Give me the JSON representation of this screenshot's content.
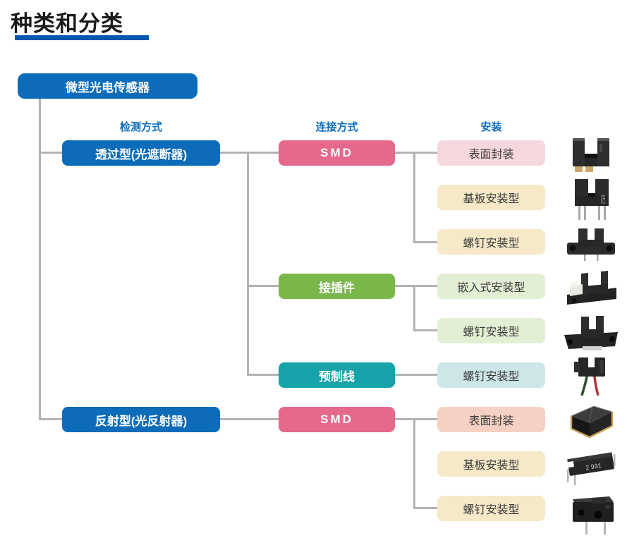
{
  "page": {
    "title": "种类和分类"
  },
  "tree": {
    "root": {
      "label": "微型光电传感器",
      "color": "#0c6cba"
    },
    "column_headers": [
      "检测方式",
      "连接方式",
      "安装"
    ],
    "detection": [
      {
        "label": "透过型(光遮断器)",
        "color": "#0c6cba"
      },
      {
        "label": "反射型(光反射器)",
        "color": "#0c6cba"
      }
    ],
    "connection": [
      {
        "label": "SMD",
        "color": "#e4698b"
      },
      {
        "label": "接插件",
        "color": "#7ab74b"
      },
      {
        "label": "预制线",
        "color": "#16a3a9"
      },
      {
        "label": "SMD",
        "color": "#e4698b"
      }
    ],
    "mounting": [
      {
        "label": "表面封装",
        "color": "#f6d7de",
        "product_photo": "through-beam-smd-sensor"
      },
      {
        "label": "基板安装型",
        "color": "#f6e9c8",
        "product_photo": "through-beam-pcb-pin-sensor"
      },
      {
        "label": "螺钉安装型",
        "color": "#f6e9c8",
        "product_photo": "through-beam-screw-sensor"
      },
      {
        "label": "嵌入式安装型",
        "color": "#e3efd4",
        "product_photo": "through-beam-connector-sensor"
      },
      {
        "label": "螺钉安装型",
        "color": "#e3efd4",
        "product_photo": "through-beam-screw-tab-sensor"
      },
      {
        "label": "螺钉安装型",
        "color": "#cde6e8",
        "product_photo": "through-beam-prewired-sensor"
      },
      {
        "label": "表面封装",
        "color": "#f6d0c2",
        "product_photo": "reflective-smd-sensor"
      },
      {
        "label": "基板安装型",
        "color": "#f6e9c8",
        "product_photo": "reflective-pcb-pin-sensor"
      },
      {
        "label": "螺钉安装型",
        "color": "#f6e9c8",
        "product_photo": "reflective-screw-sensor"
      }
    ],
    "product_markings": {
      "pcb_pin_label": "852",
      "reflective_pcb_label": "2 931"
    }
  },
  "colors": {
    "title_text": "#1a1a1a",
    "title_underline": "#0057ae",
    "header_text": "#0c6cba",
    "connector_line": "#b2b2b2",
    "light_node_text": "#3a3a3a",
    "dark_node_text": "#ffffff"
  }
}
